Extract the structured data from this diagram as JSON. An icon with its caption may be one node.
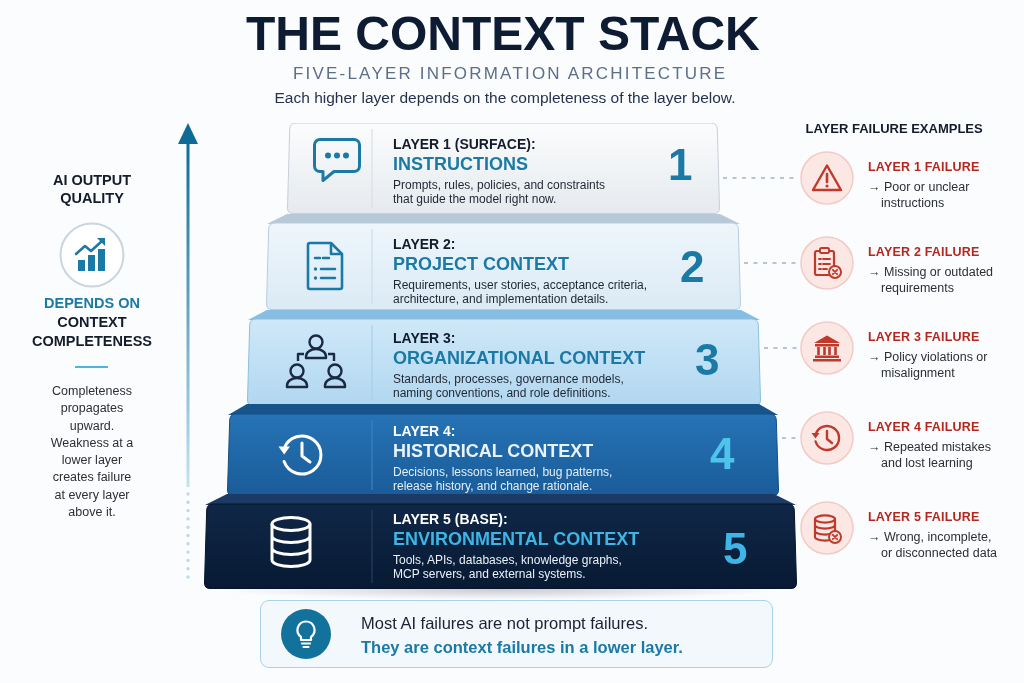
{
  "diagram": {
    "title": "THE CONTEXT STACK",
    "nodes": [
      {
        "text": [
          "LAYER 1 (SURFACE):",
          "INSTRUCTIONS",
          "Prompts, rules, policies, and constraints that guide the model right now.",
          "1"
        ]
      },
      {
        "text": [
          "LAYER 2:",
          "PROJECT CONTEXT",
          "Requirements, user stories, acceptance criteria, architecture, and implementation details.",
          "2"
        ]
      },
      {
        "text": [
          "LAYER 3:",
          "ORGANIZATIONAL CONTEXT",
          "Standards, processes, governance models, naming conventions, and role definitions.",
          "3"
        ]
      },
      {
        "text": [
          "LAYER 4:",
          "HISTORICAL CONTEXT",
          "Decisions, lessons learned, bug patterns, release history, and change rationale.",
          "4"
        ]
      },
      {
        "text": [
          "LAYER 5 (BASE):",
          "ENVIRONMENTAL CONTEXT",
          "Tools, APIs, databases, knowledge graphs, MCP servers, and external systems.",
          "5"
        ]
      },
      {
        "text": [],
        "shape": "circle",
        "beside": [
          "LAYER 1 FAILURE",
          "→ Poor or unclear instructions"
        ]
      },
      {
        "text": [],
        "shape": "circle",
        "beside": [
          "LAYER 2 FAILURE",
          "→ Missing or outdated requirements"
        ]
      },
      {
        "text": [],
        "shape": "circle",
        "beside": [
          "LAYER 3 FAILURE",
          "→ Policy violations or misalignment"
        ]
      },
      {
        "text": [],
        "shape": "circle",
        "beside": [
          "LAYER 4 FAILURE",
          "→ Repeated mistakes and lost learning"
        ]
      },
      {
        "text": [],
        "shape": "circle",
        "beside": [
          "LAYER 5 FAILURE",
          "→ Wrong, incomplete, or disconnected data"
        ]
      },
      {
        "text": [
          "Most AI failures are not prompt failures.",
          "They are context failures in a lower layer."
        ]
      }
    ],
    "edges": [
      {
        "from": 0,
        "to": 5,
        "arrow": "none",
        "style": "dashed"
      },
      {
        "from": 1,
        "to": 6,
        "arrow": "none",
        "style": "dashed"
      },
      {
        "from": 2,
        "to": 7,
        "arrow": "none",
        "style": "dashed"
      },
      {
        "from": 3,
        "to": 8,
        "arrow": "none",
        "style": "dashed"
      }
    ],
    "labels": [
      "FIVE-LAYER INFORMATION ARCHITECTURE",
      "Each higher layer depends on the completeness of the layer below.",
      "AI OUTPUT QUALITY",
      "DEPENDS ON",
      "CONTEXT COMPLETENESS",
      "Completeness propagates upward. Weakness at a lower layer creates failure at every layer above it.",
      "LAYER FAILURE EXAMPLES"
    ]
  }
}
